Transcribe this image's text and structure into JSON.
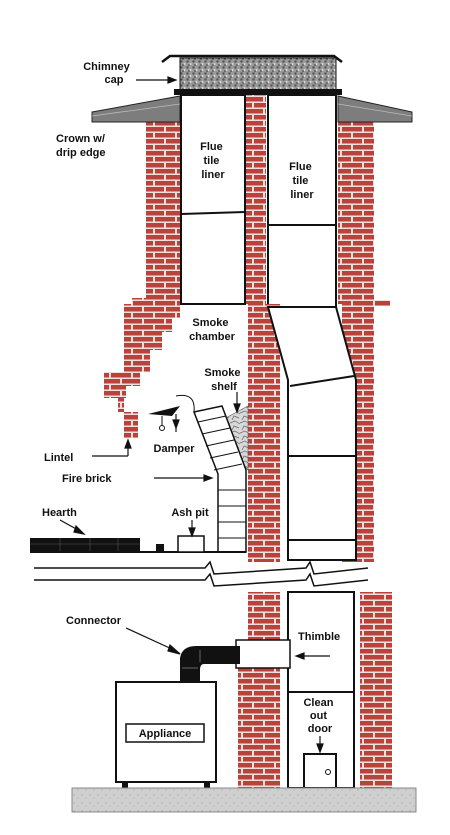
{
  "labels": {
    "chimney_cap": [
      "Chimney",
      "cap"
    ],
    "crown": [
      "Crown w/",
      "drip edge"
    ],
    "flue_left": [
      "Flue",
      "tile",
      "liner"
    ],
    "flue_right": [
      "Flue",
      "tile",
      "liner"
    ],
    "smoke_chamber": [
      "Smoke",
      "chamber"
    ],
    "smoke_shelf": [
      "Smoke",
      "shelf"
    ],
    "damper": "Damper",
    "lintel": "Lintel",
    "fire_brick": "Fire brick",
    "hearth": "Hearth",
    "ash_pit": "Ash pit",
    "connector": "Connector",
    "thimble": "Thimble",
    "appliance": "Appliance",
    "clean_out_door": [
      "Clean",
      "out",
      "door"
    ]
  },
  "colors": {
    "brick": "#b8423c",
    "mortar": "#f3dede",
    "cap": "#8a8a8a",
    "crown": "#7d7d7d",
    "ground": "#cfcfcf",
    "liner": "#ffffff",
    "outline": "#111111"
  }
}
